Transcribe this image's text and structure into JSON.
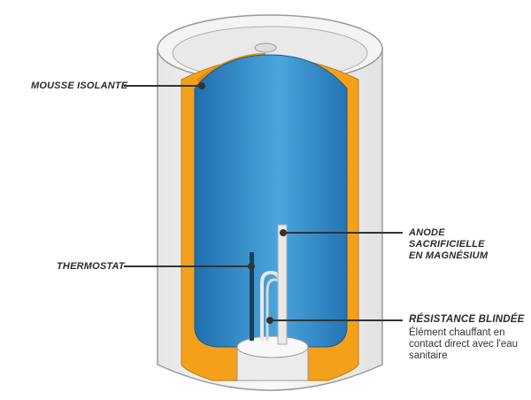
{
  "labels": {
    "insulation": "MOUSSE ISOLANTE",
    "thermostat": "THERMOSTAT",
    "anode": [
      "ANODE",
      "SACRIFICIELLE",
      "EN MAGNÉSIUM"
    ],
    "resistance_title": "RÉSISTANCE BLINDÉE",
    "resistance_desc": [
      "Élément chauffant en",
      "contact direct avec l'eau",
      "sanitaire"
    ]
  },
  "colors": {
    "insulation": "#f5a01a",
    "water": "#2f86c4",
    "shell": "#f0f0f0",
    "line": "#333333"
  }
}
